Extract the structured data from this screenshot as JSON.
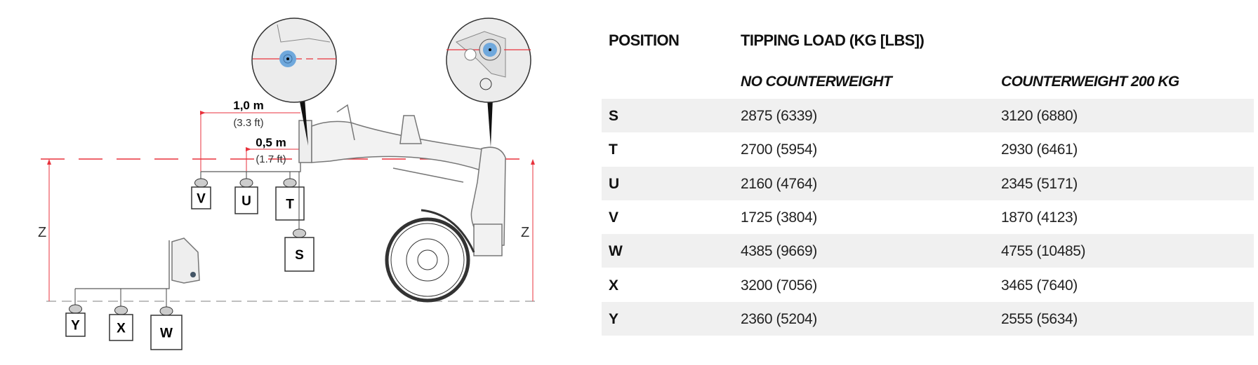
{
  "diagram": {
    "dim_long": {
      "metric": "1,0 m",
      "imperial": "(3.3 ft)"
    },
    "dim_short": {
      "metric": "0,5 m",
      "imperial": "(1.7 ft)"
    },
    "height_label_left": "Z",
    "height_label_right": "Z",
    "weights": {
      "S": "S",
      "T": "T",
      "U": "U",
      "V": "V",
      "W": "W",
      "X": "X",
      "Y": "Y"
    },
    "colors": {
      "reference_line": "#e8323c",
      "pivot": "#6fa8dc",
      "ground_line": "#aaaaaa"
    }
  },
  "table": {
    "headers": {
      "position": "POSITION",
      "tipping_load": "TIPPING LOAD (KG [LBS])"
    },
    "subheaders": {
      "no_cw": "NO COUNTERWEIGHT",
      "cw": "COUNTERWEIGHT 200 KG"
    },
    "rows": [
      {
        "pos": "S",
        "no_cw": "2875 (6339)",
        "cw": "3120 (6880)"
      },
      {
        "pos": "T",
        "no_cw": "2700 (5954)",
        "cw": "2930 (6461)"
      },
      {
        "pos": "U",
        "no_cw": "2160 (4764)",
        "cw": "2345 (5171)"
      },
      {
        "pos": "V",
        "no_cw": "1725 (3804)",
        "cw": "1870 (4123)"
      },
      {
        "pos": "W",
        "no_cw": "4385 (9669)",
        "cw": "4755 (10485)"
      },
      {
        "pos": "X",
        "no_cw": "3200 (7056)",
        "cw": "3465 (7640)"
      },
      {
        "pos": "Y",
        "no_cw": "2360 (5204)",
        "cw": "2555 (5634)"
      }
    ]
  }
}
